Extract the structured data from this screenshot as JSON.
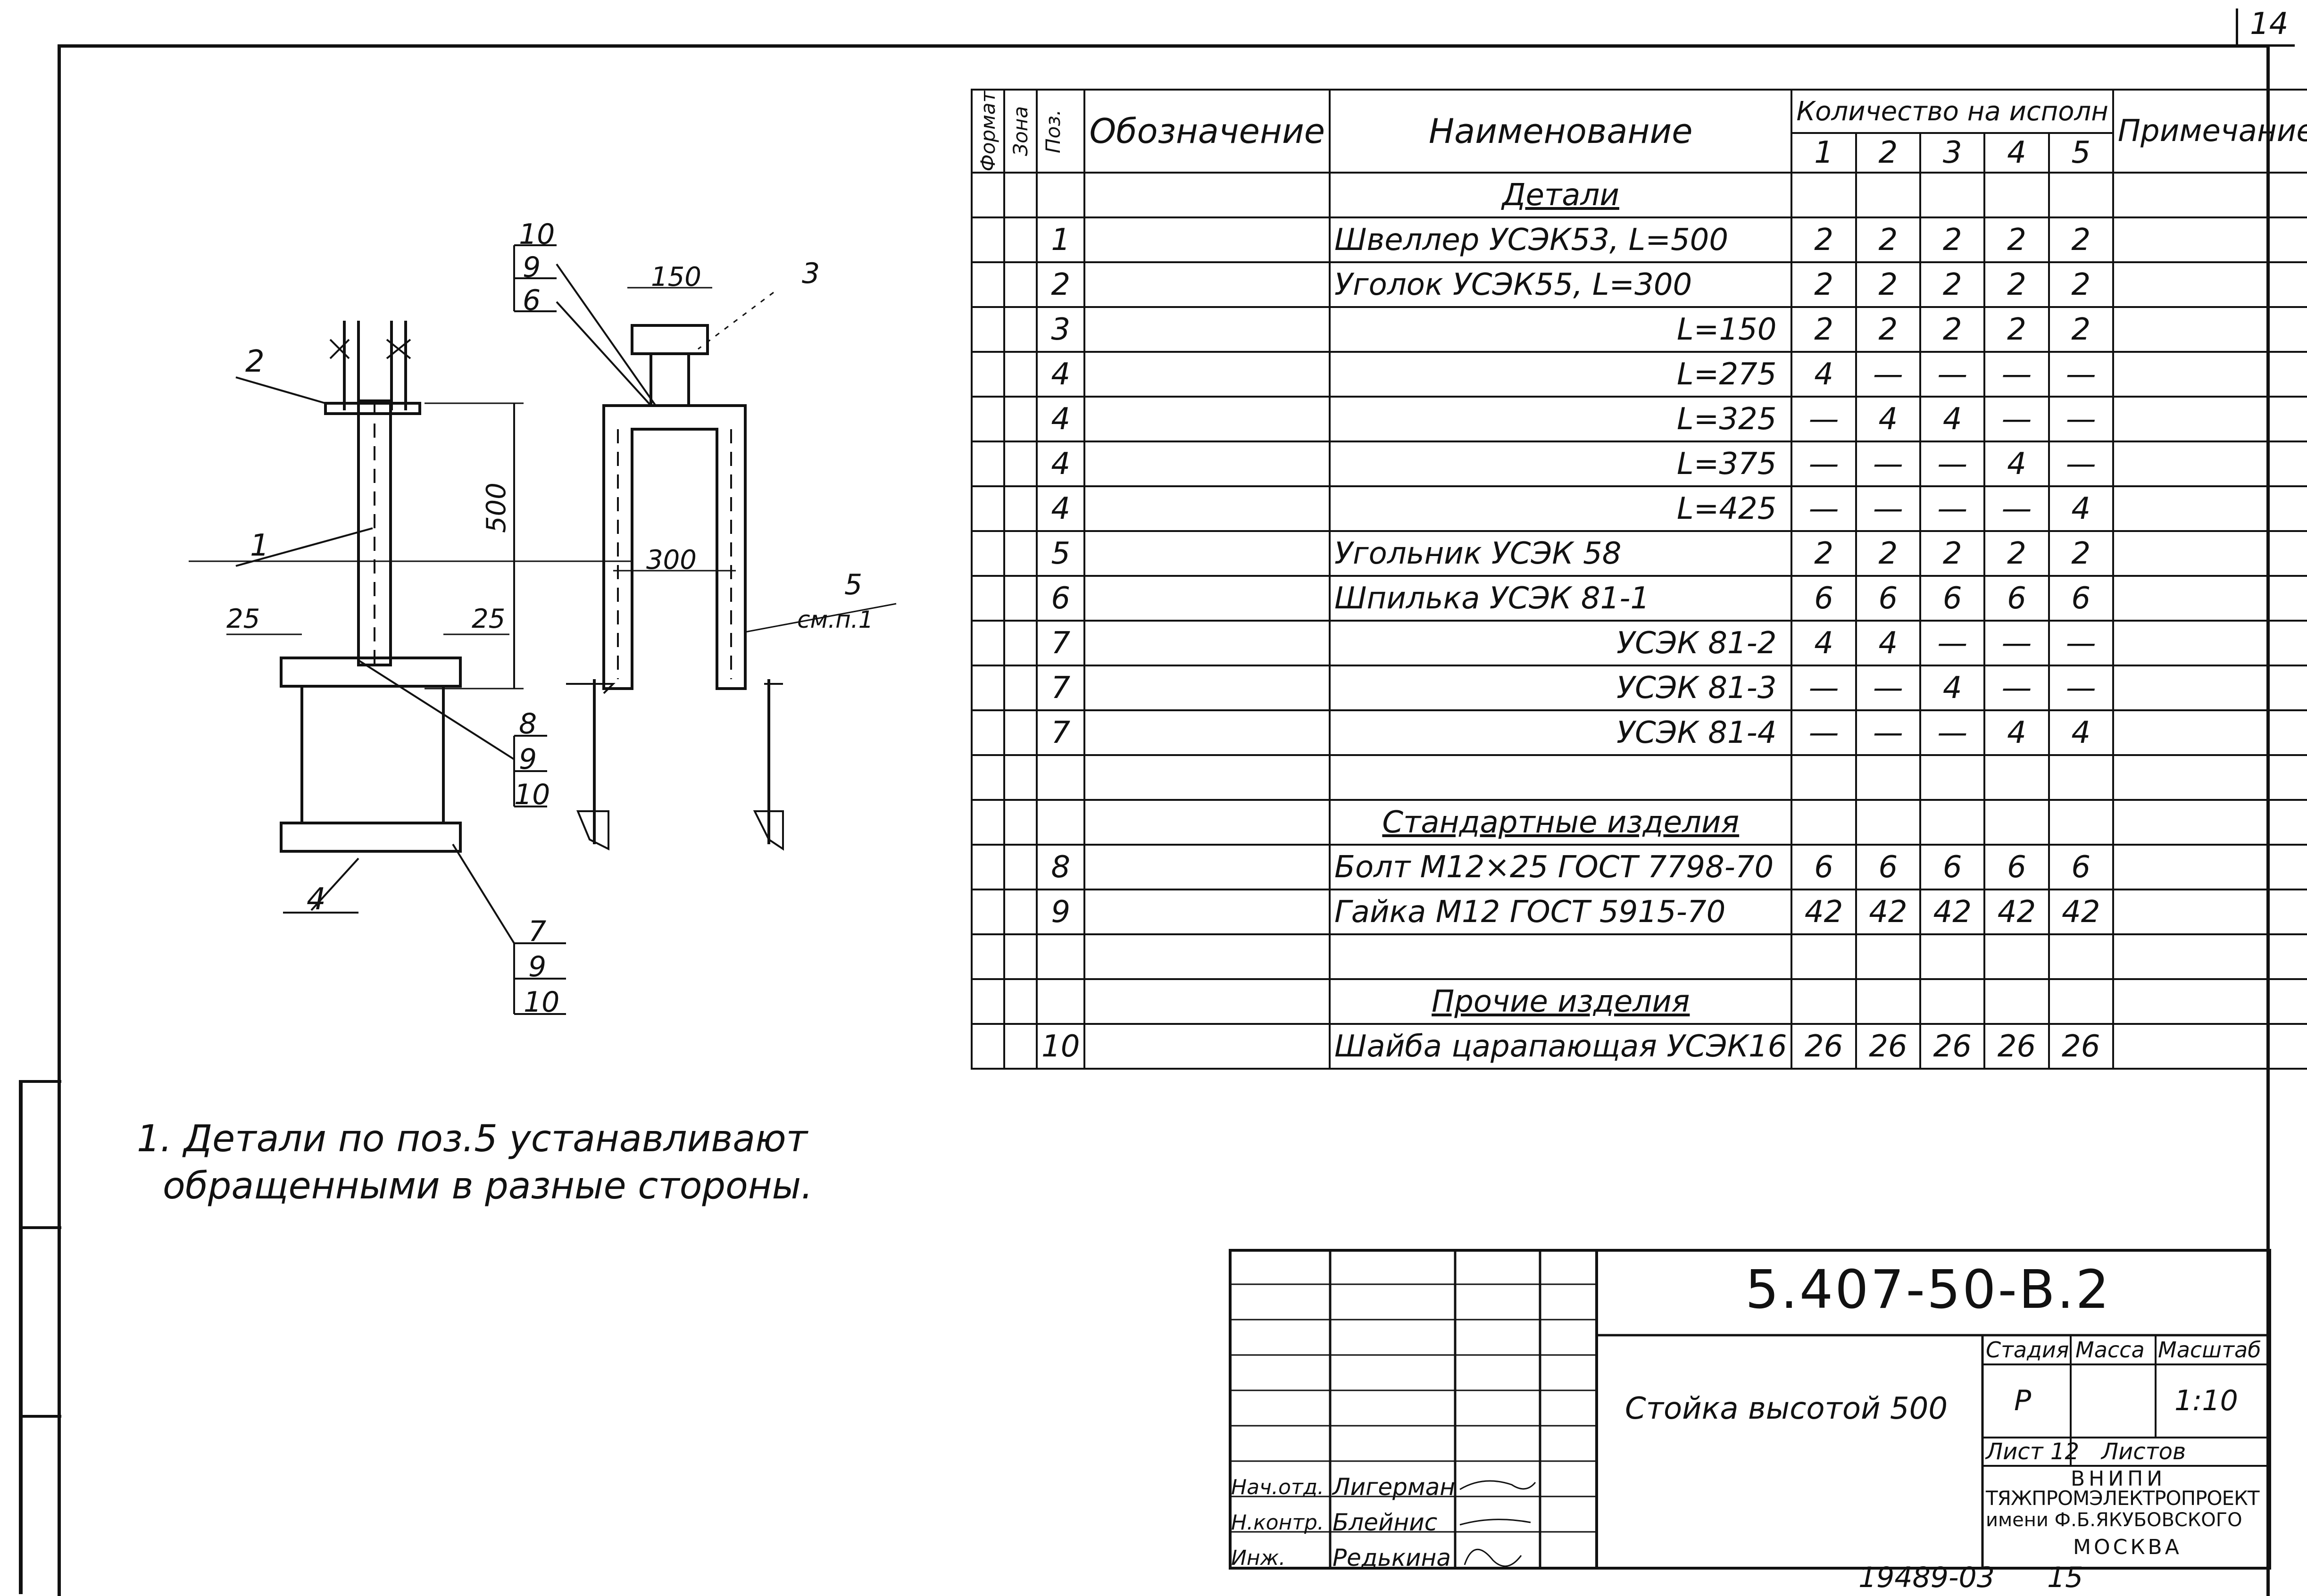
{
  "sheet": {
    "page_number": "14"
  },
  "spec_table": {
    "headers": {
      "format": "Формат",
      "zone": "Зона",
      "pos": "Поз.",
      "designation": "Обозначение",
      "name": "Наименование",
      "quantity_group": "Количество на исполн",
      "variants": [
        "1",
        "2",
        "3",
        "4",
        "5"
      ],
      "note": "Примечание"
    },
    "sections": {
      "details": "Детали",
      "standard": "Стандартные изделия",
      "other": "Прочие изделия"
    },
    "rows": [
      {
        "pos": "1",
        "name": "Швеллер УСЭК53, L=500",
        "q": [
          "2",
          "2",
          "2",
          "2",
          "2"
        ]
      },
      {
        "pos": "2",
        "name": "Уголок УСЭК55, L=300",
        "q": [
          "2",
          "2",
          "2",
          "2",
          "2"
        ]
      },
      {
        "pos": "3",
        "name": "L=150",
        "q": [
          "2",
          "2",
          "2",
          "2",
          "2"
        ]
      },
      {
        "pos": "4",
        "name": "L=275",
        "q": [
          "4",
          "—",
          "—",
          "—",
          "—"
        ]
      },
      {
        "pos": "4",
        "name": "L=325",
        "q": [
          "—",
          "4",
          "4",
          "—",
          "—"
        ]
      },
      {
        "pos": "4",
        "name": "L=375",
        "q": [
          "—",
          "—",
          "—",
          "4",
          "—"
        ]
      },
      {
        "pos": "4",
        "name": "L=425",
        "q": [
          "—",
          "—",
          "—",
          "—",
          "4"
        ]
      },
      {
        "pos": "5",
        "name": "Угольник УСЭК 58",
        "q": [
          "2",
          "2",
          "2",
          "2",
          "2"
        ]
      },
      {
        "pos": "6",
        "name": "Шпилька УСЭК 81-1",
        "q": [
          "6",
          "6",
          "6",
          "6",
          "6"
        ]
      },
      {
        "pos": "7",
        "name": "УСЭК 81-2",
        "q": [
          "4",
          "4",
          "—",
          "—",
          "—"
        ]
      },
      {
        "pos": "7",
        "name": "УСЭК 81-3",
        "q": [
          "—",
          "—",
          "4",
          "—",
          "—"
        ]
      },
      {
        "pos": "7",
        "name": "УСЭК 81-4",
        "q": [
          "—",
          "—",
          "—",
          "4",
          "4"
        ]
      },
      {
        "pos": "8",
        "name": "Болт М12×25 ГОСТ 7798-70",
        "q": [
          "6",
          "6",
          "6",
          "6",
          "6"
        ]
      },
      {
        "pos": "9",
        "name": "Гайка М12 ГОСТ 5915-70",
        "q": [
          "42",
          "42",
          "42",
          "42",
          "42"
        ]
      },
      {
        "pos": "10",
        "name": "Шайба царапающая УСЭК16",
        "q": [
          "26",
          "26",
          "26",
          "26",
          "26"
        ]
      }
    ]
  },
  "drawing": {
    "callouts": [
      "10",
      "9",
      "6",
      "2",
      "1",
      "3",
      "5",
      "см.п.1",
      "8",
      "9",
      "10",
      "4",
      "7",
      "9",
      "10"
    ],
    "dims": {
      "d150": "150",
      "d300": "300",
      "d500": "500",
      "d25a": "25",
      "d25b": "25"
    }
  },
  "notes": {
    "line1": "1. Детали по поз.5 устанавливают",
    "line2": "обращенными в разные стороны."
  },
  "title_block": {
    "code": "5.407-50-В.2",
    "title": "Стойка высотой 500",
    "stage_label": "Стадия",
    "mass_label": "Масса",
    "scale_label": "Масштаб",
    "stage_value": "Р",
    "scale_value": "1:10",
    "sheet_label": "Лист 12",
    "sheets_label": "Листов",
    "org_line1": "ВНИПИ",
    "org_line2": "ТЯЖПРОМЭЛЕКТРОПРОЕКТ",
    "org_line3": "имени Ф.Б.ЯКУБОВСКОГО",
    "org_line4": "МОСКВА",
    "roles": [
      {
        "role": "Нач.отд.",
        "name": "Лигерман"
      },
      {
        "role": "Н.контр.",
        "name": "Блейнис"
      },
      {
        "role": "Инж.",
        "name": "Редькина"
      }
    ]
  },
  "footer": {
    "inventory": "19489-03",
    "page": "15"
  }
}
